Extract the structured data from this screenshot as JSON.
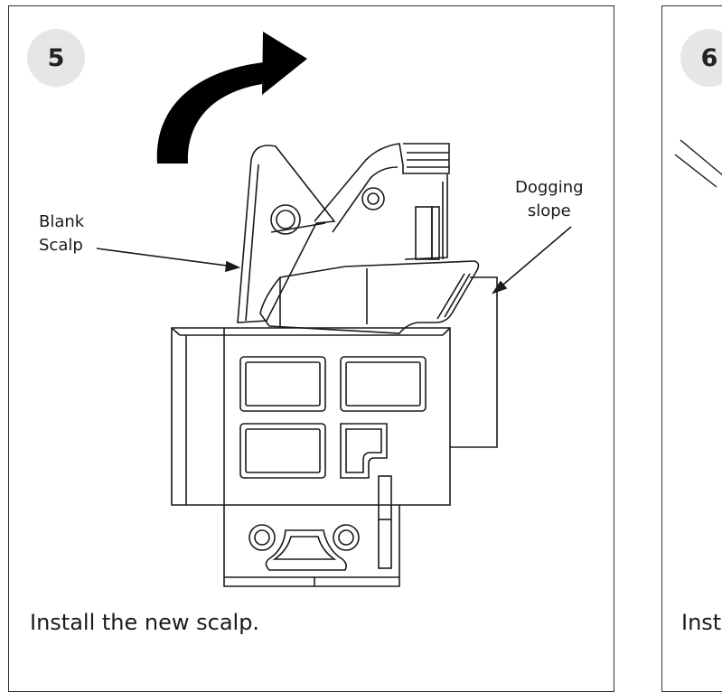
{
  "steps": [
    {
      "number": "5",
      "caption": "Install the new scalp."
    },
    {
      "number": "6",
      "caption": "Inst"
    }
  ],
  "labels": {
    "blank_scalp_line1": "Blank",
    "blank_scalp_line2": "Scalp",
    "dogging_slope_line1": "Dogging",
    "dogging_slope_line2": "slope"
  },
  "colors": {
    "outline": "#1a1a1a",
    "badge": "#e6e6e6",
    "arrow": "#000000"
  },
  "icons": {
    "rotate_arrow": "curved-arrow-clockwise"
  }
}
